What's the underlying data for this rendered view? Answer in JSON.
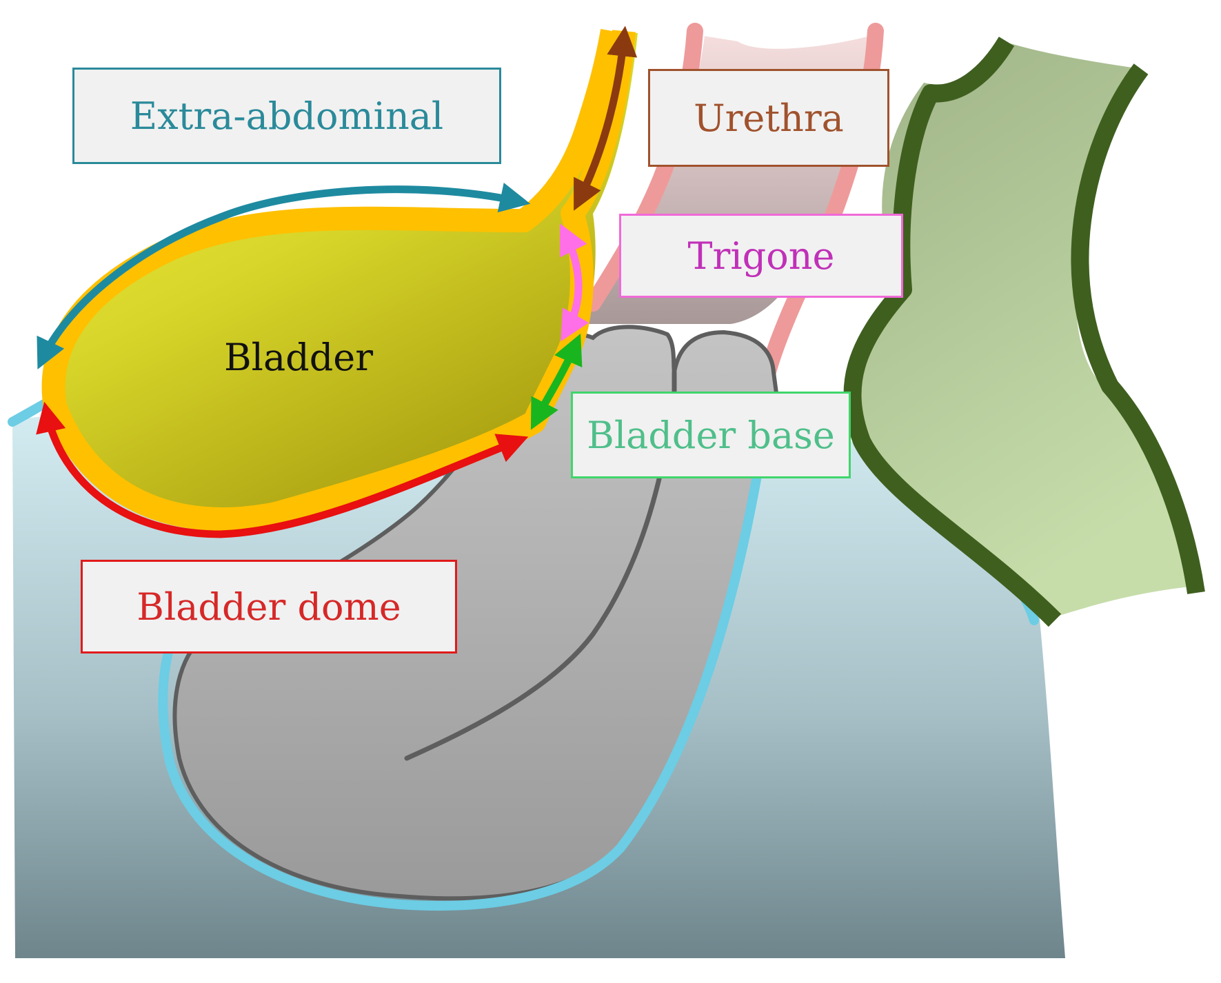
{
  "labels": {
    "extra_abdominal": "Extra-abdominal",
    "urethra": "Urethra",
    "trigone": "Trigone",
    "bladder": "Bladder",
    "bladder_base": "Bladder base",
    "bladder_dome": "Bladder dome"
  },
  "colors": {
    "extra_abdominal": "#2a8a9a",
    "urethra": "#a0522d",
    "trigone": "#c030b8",
    "bladder": "#111111",
    "bladder_base": "#4fbf8a",
    "bladder_dome": "#d62828",
    "bladder_fill": "#e8e840",
    "bladder_wall": "#ffc000",
    "peritoneum_line": "#6ccde4",
    "bowel_fill": "#aaaaaa",
    "rectum_wall": "#3f5f1f"
  }
}
